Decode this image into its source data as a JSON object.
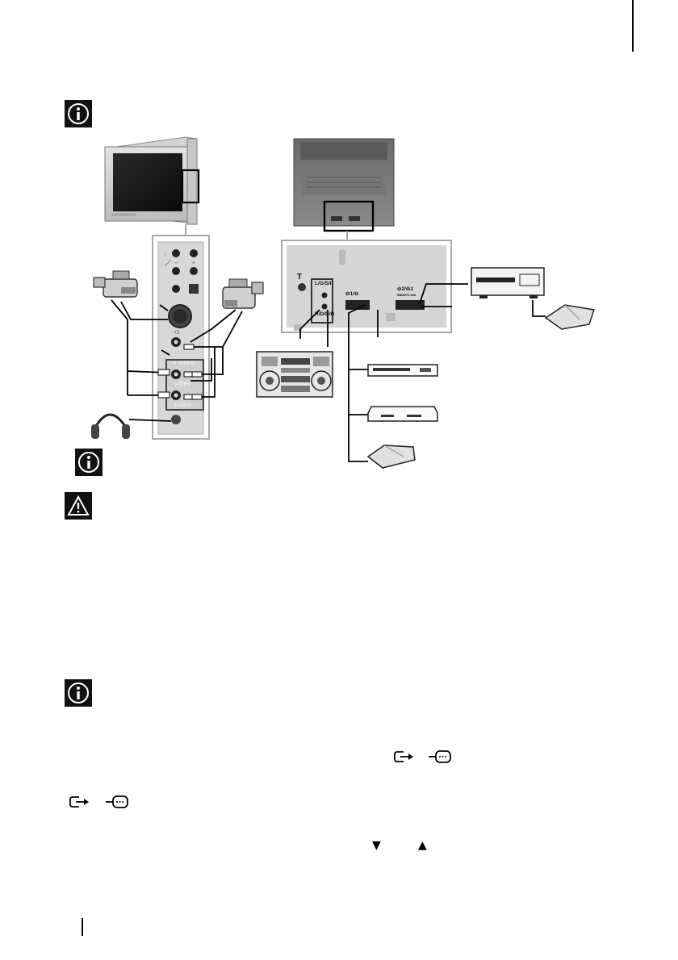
{
  "page": {
    "icons": [
      "info-icon",
      "info-icon",
      "warning-icon",
      "info-icon"
    ]
  },
  "front_panel": {
    "jack_labels": [
      "S VIDEO",
      "VIDEO",
      "AUDIO"
    ],
    "symbol": "⊣3"
  },
  "rear_panel": {
    "antenna_label": "T",
    "audio_out_label": "L/G/S/I",
    "audio_out_label_2": "R/D/D/D",
    "scart1_label": "⊖1/⊖",
    "scart2_label": "⊖2/⊖2",
    "scart2_sub": "SMARTLINK"
  },
  "inline_symbols": {
    "input_symbol": "input-symbol-icon",
    "output_symbol": "output-symbol-icon",
    "down_arrow": "▼",
    "up_arrow": "▲"
  },
  "colors": {
    "ink": "#000000",
    "panel": "#d6d6d6",
    "frame": "#a8a8a8"
  }
}
